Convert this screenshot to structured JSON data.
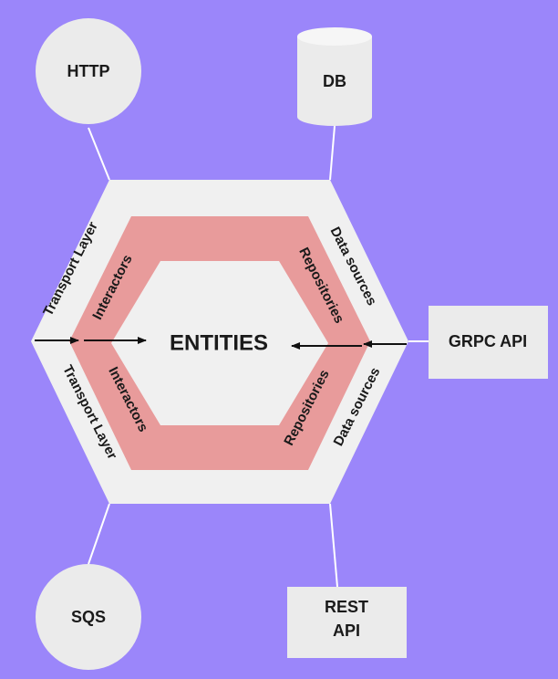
{
  "colors": {
    "background": "#9b86fa",
    "outer_hexagon": "#f0f0f0",
    "middle_ring": "#e89b9b",
    "inner_hexagon": "#f0f0f0",
    "external_nodes": "#ebebeb",
    "lines": "#ffffff",
    "text": "#1a1a1a"
  },
  "center": {
    "label": "ENTITIES"
  },
  "layers": {
    "transport_top": "Transport Layer",
    "transport_bottom": "Transport Layer",
    "data_sources_top": "Data sources",
    "data_sources_bottom": "Data sources",
    "interactors_top": "Interactors",
    "interactors_bottom": "Interactors",
    "repositories_top": "Repositories",
    "repositories_bottom": "Repositories"
  },
  "external_nodes": {
    "http": "HTTP",
    "db": "DB",
    "grpc": "GRPC API",
    "sqs": "SQS",
    "rest_line1": "REST",
    "rest_line2": "API"
  }
}
